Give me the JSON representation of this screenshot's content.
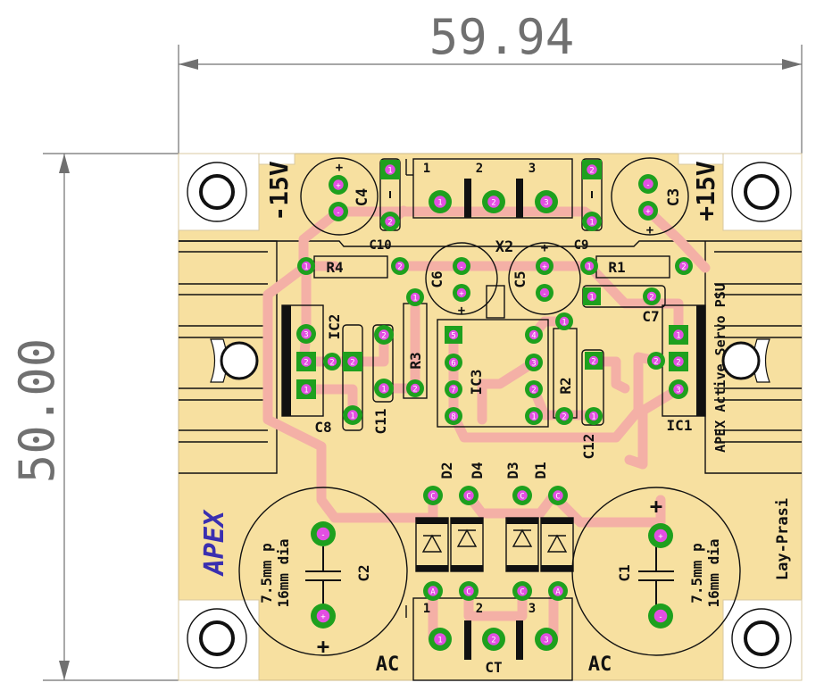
{
  "dimensions": {
    "width": "59.94",
    "height": "50.00"
  },
  "board": {
    "title": "APEX Active Servo PSU",
    "logo": "APEX",
    "layout_credit": "Lay-Prasi",
    "v_neg": "-15V",
    "v_pos": "+15V"
  },
  "labels": {
    "C4": "C4",
    "C3": "C3",
    "C10": "C10",
    "C9": "C9",
    "X2": "X2",
    "R4": "R4",
    "R1": "R1",
    "C6": "C6",
    "C5": "C5",
    "C7": "C7",
    "IC2": "IC2",
    "IC1": "IC1",
    "C8": "C8",
    "C11": "C11",
    "R3": "R3",
    "IC3": "IC3",
    "R2": "R2",
    "C12": "C12",
    "D1": "D1",
    "D2": "D2",
    "D3": "D3",
    "D4": "D4",
    "C1": "C1",
    "C2": "C2",
    "cap_spec_1": "7.5mm p",
    "cap_spec_2": "16mm dia",
    "ac_left": "AC",
    "ac_right": "AC",
    "ct": "CT"
  },
  "connector_pins": {
    "top": [
      "1",
      "2",
      "3"
    ],
    "bottom": [
      "1",
      "2",
      "3"
    ]
  },
  "pad_text": {
    "minus": "-",
    "plus": "+",
    "one": "1",
    "two": "2",
    "three": "3",
    "four": "4",
    "five": "5",
    "six": "6",
    "seven": "7",
    "eight": "8",
    "cathode": "C",
    "anode": "A"
  },
  "colors": {
    "board": "#f7e0a0",
    "copper_trace": "#f4b0a6",
    "pad_ring": "#1ea01e",
    "pad_center": "#e24fe2",
    "silkscreen": "#111111",
    "dimension": "#707070",
    "logo": "#3a2fb0"
  }
}
